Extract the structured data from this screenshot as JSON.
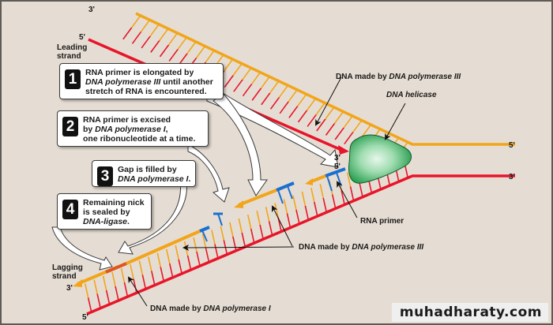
{
  "colors": {
    "background": "#e5ddd3",
    "template_strand": "#f2a51a",
    "new_strand_red": "#e8152a",
    "rna_primer": "#1a6fd1",
    "helicase": "#2fb25a",
    "dna_pol_i_segment": "#e0551e"
  },
  "strand_labels": {
    "top_left_3prime": "3'",
    "top_left_5prime": "5'",
    "leading_strand": "Leading strand",
    "right_top_5prime": "5'",
    "right_bottom_3prime": "3'",
    "fork_3prime": "3'",
    "fork_5prime": "5'",
    "lagging_strand": "Lagging strand",
    "bottom_3prime": "3'",
    "bottom_5prime": "5'"
  },
  "annotations": {
    "pol3_leading": {
      "prefix": "DNA made by ",
      "enzyme": "DNA polymerase III"
    },
    "helicase": "DNA helicase",
    "rna_primer": "RNA primer",
    "pol3_lagging": {
      "prefix": "DNA made by ",
      "enzyme": "DNA polymerase III"
    },
    "pol1_lagging": {
      "prefix": "DNA made by ",
      "enzyme": "DNA polymerase I"
    }
  },
  "steps": [
    {
      "number": "1",
      "lines": [
        {
          "text": "RNA primer is elongated by"
        },
        {
          "italic": "DNA polymerase III",
          "text": " until another"
        },
        {
          "text": "stretch of RNA is encountered."
        }
      ]
    },
    {
      "number": "2",
      "lines": [
        {
          "text": "RNA primer is excised"
        },
        {
          "pre": "by ",
          "italic": "DNA polymerase I",
          "text": ","
        },
        {
          "text": "one ribonucleotide at a time."
        }
      ]
    },
    {
      "number": "3",
      "lines": [
        {
          "text": "Gap is filled by"
        },
        {
          "italic": "DNA polymerase I",
          "text": "."
        }
      ]
    },
    {
      "number": "4",
      "lines": [
        {
          "text": "Remaining nick"
        },
        {
          "text": "is sealed by"
        },
        {
          "italic": "DNA-ligase",
          "text": "."
        }
      ]
    }
  ],
  "watermark": "muhadharaty.com"
}
